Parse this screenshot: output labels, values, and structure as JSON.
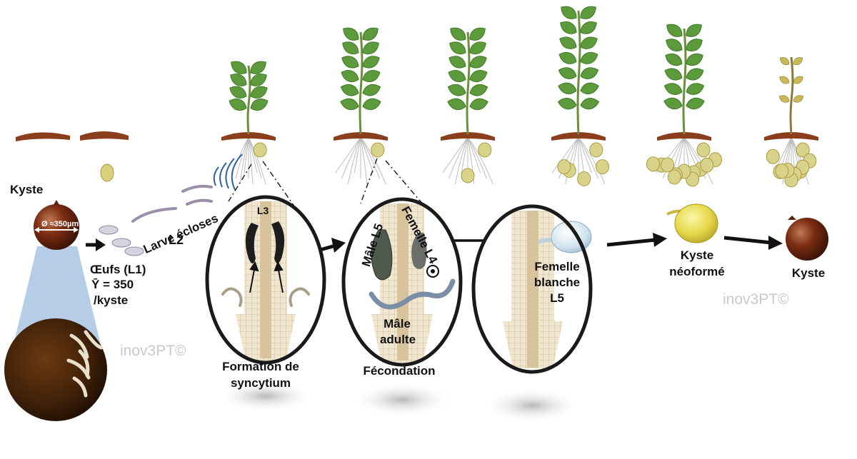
{
  "labels": {
    "kyste_left": "Kyste",
    "diameter": "Ø ≈350µm",
    "oeufs_line1": "Œufs (L1)",
    "oeufs_line2": "Ȳ = 350",
    "oeufs_line3": "/kyste",
    "larve_line1": "Larve écloses",
    "larve_line2": "L2",
    "l3": "L3",
    "male_l5": "Mâle L5",
    "femelle_l4": "Femelle L4",
    "male_adulte_line1": "Mâle",
    "male_adulte_line2": "adulte",
    "fecondation": "Fécondation",
    "formation_line1": "Formation de",
    "formation_line2": "syncytium",
    "femelle_blanche_line1": "Femelle",
    "femelle_blanche_line2": "blanche",
    "femelle_blanche_line3": "L5",
    "kyste_neo_line1": "Kyste",
    "kyste_neo_line2": "néoformé",
    "kyste_right": "Kyste"
  },
  "watermarks": {
    "left": "inov3PT©",
    "right": "inov3PT©"
  },
  "colors": {
    "leaf": "#5d9a3c",
    "leaf_dark": "#3f7a2a",
    "stem": "#6b8f3a",
    "soil": "#8a3e1c",
    "root": "#bdbdbd",
    "tuber": "#d8d28a",
    "cyst": "#6b2a14",
    "ellipse_stroke": "#1a1a1a",
    "arrow": "#111111",
    "wave": "#2c5fa8"
  }
}
